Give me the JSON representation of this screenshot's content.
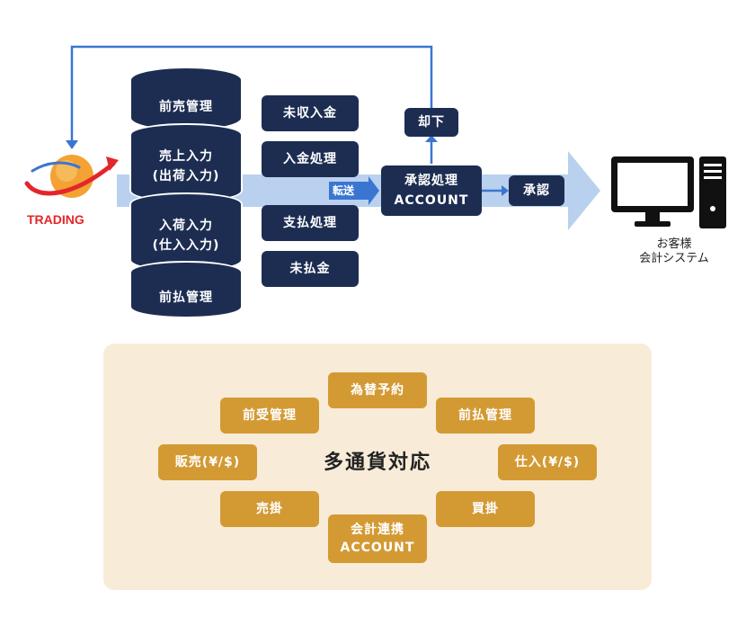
{
  "logo": {
    "text": "TRADING"
  },
  "databases": [
    {
      "label": "前売管理"
    },
    {
      "label_l1": "売上入力",
      "label_l2": "(出荷入力)"
    },
    {
      "label_l1": "入荷入力",
      "label_l2": "(仕入入力)"
    },
    {
      "label": "前払管理"
    }
  ],
  "modules": [
    "未収入金",
    "入金処理",
    "支払処理",
    "未払金"
  ],
  "transfer_label": "転送",
  "approval_process": {
    "line1": "承認処理",
    "line2": "ACCOUNT"
  },
  "reject_label": "却下",
  "approve_label": "承認",
  "customer_system": {
    "line1": "お客様",
    "line2": "会計システム"
  },
  "multicurrency": {
    "center_label": "多通貨対応",
    "items": {
      "top": "為替予約",
      "upper_left": "前受管理",
      "upper_right": "前払管理",
      "left": "販売(¥/$)",
      "right": "仕入(¥/$)",
      "lower_left": "売掛",
      "lower_right": "買掛",
      "bottom_l1": "会計連携",
      "bottom_l2": "ACCOUNT"
    }
  },
  "colors": {
    "navy": "#1d2d52",
    "flow_arrow": "#b9d1ee",
    "line_blue": "#3a76d1",
    "panel_beige": "#f8ecd9",
    "gold": "#d39a34",
    "logo_red": "#e3262b"
  }
}
